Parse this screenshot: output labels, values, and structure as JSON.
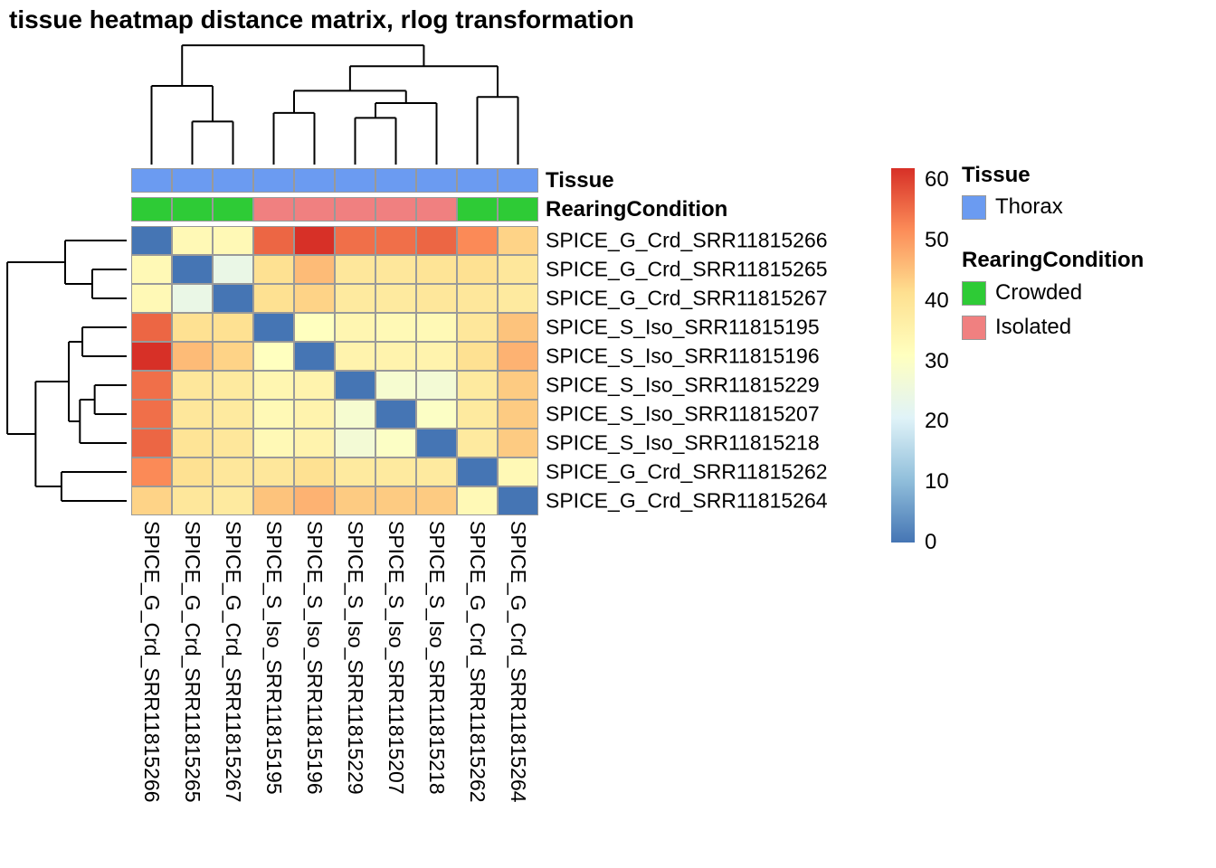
{
  "title": "tissue heatmap distance matrix, rlog transformation",
  "annotation_rows": {
    "tissue_label": "Tissue",
    "rearing_label": "RearingCondition"
  },
  "legend": {
    "tissue_title": "Tissue",
    "tissue_items": [
      {
        "label": "Thorax",
        "color": "#6B9BF1"
      }
    ],
    "rearing_title": "RearingCondition",
    "rearing_items": [
      {
        "label": "Crowded",
        "color": "#2ECB36"
      },
      {
        "label": "Isolated",
        "color": "#F08080"
      }
    ]
  },
  "chart_data": {
    "type": "heatmap",
    "title": "tissue heatmap distance matrix, rlog transformation",
    "samples": [
      "SPICE_G_Crd_SRR11815266",
      "SPICE_G_Crd_SRR11815265",
      "SPICE_G_Crd_SRR11815267",
      "SPICE_S_Iso_SRR11815195",
      "SPICE_S_Iso_SRR11815196",
      "SPICE_S_Iso_SRR11815229",
      "SPICE_S_Iso_SRR11815207",
      "SPICE_S_Iso_SRR11815218",
      "SPICE_G_Crd_SRR11815262",
      "SPICE_G_Crd_SRR11815264"
    ],
    "matrix": [
      [
        0,
        33,
        33,
        56,
        62,
        55,
        55,
        56,
        52,
        43
      ],
      [
        33,
        0,
        24,
        41,
        46,
        39,
        39,
        40,
        41,
        39
      ],
      [
        33,
        24,
        0,
        41,
        43,
        38,
        38,
        39,
        39,
        38
      ],
      [
        56,
        41,
        41,
        0,
        31,
        34,
        33,
        33,
        39,
        45
      ],
      [
        62,
        46,
        43,
        31,
        0,
        35,
        35,
        35,
        41,
        47
      ],
      [
        55,
        39,
        38,
        34,
        35,
        0,
        28,
        27,
        38,
        44
      ],
      [
        55,
        39,
        38,
        33,
        35,
        28,
        0,
        30,
        38,
        44
      ],
      [
        56,
        40,
        39,
        33,
        35,
        27,
        30,
        0,
        38,
        44
      ],
      [
        52,
        41,
        39,
        39,
        41,
        38,
        38,
        38,
        0,
        33
      ],
      [
        43,
        39,
        38,
        45,
        47,
        44,
        44,
        44,
        33,
        0
      ]
    ],
    "scale": {
      "min": 0,
      "max": 62,
      "ticks": [
        60,
        50,
        40,
        30,
        20,
        10,
        0
      ],
      "palette_low_to_high": [
        "#4575B4",
        "#91BFDB",
        "#E0F3F8",
        "#FFFFBF",
        "#FEE090",
        "#FC8D59",
        "#D73027"
      ]
    },
    "column_annotations": {
      "Tissue": [
        "Thorax",
        "Thorax",
        "Thorax",
        "Thorax",
        "Thorax",
        "Thorax",
        "Thorax",
        "Thorax",
        "Thorax",
        "Thorax"
      ],
      "RearingCondition": [
        "Crowded",
        "Crowded",
        "Crowded",
        "Isolated",
        "Isolated",
        "Isolated",
        "Isolated",
        "Isolated",
        "Crowded",
        "Crowded"
      ]
    },
    "annotation_colors": {
      "Thorax": "#6B9BF1",
      "Crowded": "#2ECB36",
      "Isolated": "#F08080"
    },
    "col_dendrogram": [
      {
        "id": "m1",
        "children": [
          1,
          2
        ],
        "h": 0.35
      },
      {
        "id": "m2",
        "children": [
          0,
          "m1"
        ],
        "h": 0.64
      },
      {
        "id": "m3",
        "children": [
          3,
          4
        ],
        "h": 0.42
      },
      {
        "id": "m4",
        "children": [
          5,
          6
        ],
        "h": 0.38
      },
      {
        "id": "m5",
        "children": [
          "m4",
          7
        ],
        "h": 0.5
      },
      {
        "id": "m6",
        "children": [
          "m3",
          "m5"
        ],
        "h": 0.6
      },
      {
        "id": "m7",
        "children": [
          8,
          9
        ],
        "h": 0.55
      },
      {
        "id": "m8",
        "children": [
          "m6",
          "m7"
        ],
        "h": 0.8
      },
      {
        "id": "m9",
        "children": [
          "m2",
          "m8"
        ],
        "h": 0.97
      }
    ],
    "row_dendrogram": [
      {
        "id": "m1",
        "children": [
          1,
          2
        ],
        "h": 0.28
      },
      {
        "id": "m2",
        "children": [
          0,
          "m1"
        ],
        "h": 0.5
      },
      {
        "id": "m3",
        "children": [
          3,
          4
        ],
        "h": 0.36
      },
      {
        "id": "m4",
        "children": [
          5,
          6
        ],
        "h": 0.26
      },
      {
        "id": "m5",
        "children": [
          "m4",
          7
        ],
        "h": 0.38
      },
      {
        "id": "m6",
        "children": [
          "m3",
          "m5"
        ],
        "h": 0.47
      },
      {
        "id": "m7",
        "children": [
          8,
          9
        ],
        "h": 0.53
      },
      {
        "id": "m8",
        "children": [
          "m6",
          "m7"
        ],
        "h": 0.74
      },
      {
        "id": "m9",
        "children": [
          "m2",
          "m8"
        ],
        "h": 0.97
      }
    ]
  }
}
